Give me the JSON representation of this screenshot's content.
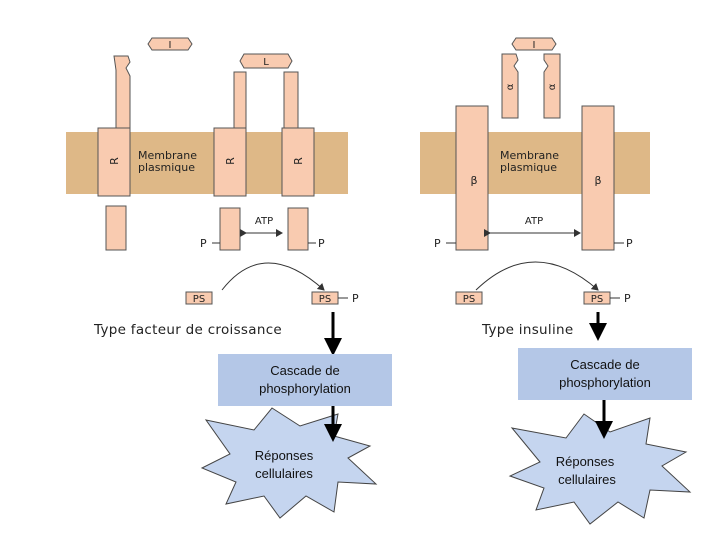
{
  "left": {
    "ligand": "I",
    "ligand2": "L",
    "receptor1": "R",
    "membrane_l1": "Membrane",
    "membrane_l2": "plasmique",
    "receptor2": "R",
    "receptor3": "R",
    "atp": "ATP",
    "p_left": "P",
    "p_right": "P",
    "ps1": "PS",
    "ps2": "PS",
    "p_sub": "P",
    "type": "Type facteur de croissance",
    "cascade_l1": "Cascade de",
    "cascade_l2": "phosphorylation",
    "reponses_l1": "Réponses",
    "reponses_l2": "cellulaires"
  },
  "right": {
    "ligand": "I",
    "alpha1": "α",
    "alpha2": "α",
    "beta1": "β",
    "membrane_l1": "Membrane",
    "membrane_l2": "plasmique",
    "beta2": "β",
    "atp": "ATP",
    "p_left": "P",
    "p_right": "P",
    "ps1": "PS",
    "ps2": "PS",
    "p_sub": "P",
    "type": "Type insuline",
    "cascade_l1": "Cascade de",
    "cascade_l2": "phosphorylation",
    "reponses_l1": "Réponses",
    "reponses_l2": "cellulaires"
  },
  "colors": {
    "membrane": "#deb887",
    "protein": "#f9cbb0",
    "cascade_box": "#b4c7e7",
    "burst": "#c5d5ef"
  }
}
